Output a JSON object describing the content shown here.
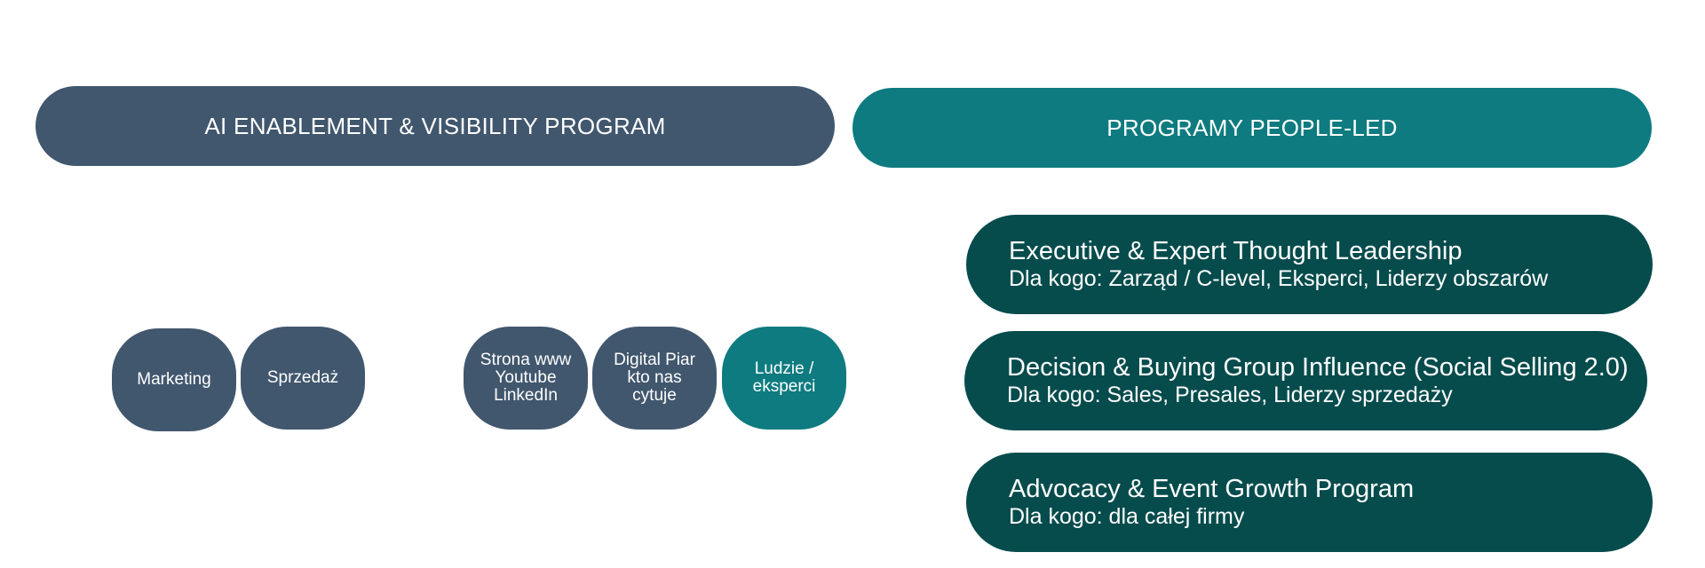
{
  "banners": {
    "left": "AI ENABLEMENT & VISIBILITY PROGRAM",
    "right": "PROGRAMY PEOPLE-LED"
  },
  "bubbles": {
    "marketing": [
      "Marketing"
    ],
    "sales": [
      "Sprzedaż"
    ],
    "channels": [
      "Strona www",
      "Youtube",
      "LinkedIn"
    ],
    "pr": [
      "Digital Piar",
      "kto nas",
      "cytuje"
    ],
    "people": [
      "Ludzie /",
      "eksperci"
    ]
  },
  "programs": [
    {
      "title": "Executive & Expert Thought Leadership",
      "audience": "Dla kogo: Zarząd / C-level, Eksperci, Liderzy obszarów"
    },
    {
      "title": "Decision & Buying Group Influence (Social Selling 2.0)",
      "audience": "Dla kogo: Sales, Presales, Liderzy sprzedaży"
    },
    {
      "title": "Advocacy & Event Growth Program",
      "audience": "Dla kogo: dla całej firmy"
    }
  ],
  "colors": {
    "slate": "#41576e",
    "teal": "#0e7b80",
    "dark_teal": "#074c4d"
  }
}
